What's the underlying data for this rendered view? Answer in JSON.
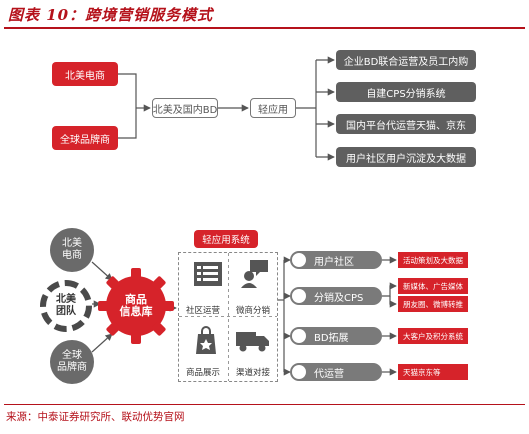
{
  "figure": {
    "title": "图表 10：跨境营销服务模式",
    "source": "来源：中泰证券研究所、联动优势官网"
  },
  "top_flow": {
    "sources": [
      "北美电商",
      "全球品牌商"
    ],
    "hub": "北美及国内BD",
    "app": "轻应用",
    "outputs": [
      "企业BD联合运营及员工内购",
      "自建CPS分销系统",
      "国内平台代运营天猫、京东",
      "用户社区用户沉淀及大数据"
    ]
  },
  "bottom_flow": {
    "partner_top": "北美\n电商",
    "partner_mid": "北美\n团队",
    "partner_bottom": "全球\n品牌商",
    "core": "商品\n信息库",
    "system_title": "轻应用系统",
    "system_cells": [
      "社区运营",
      "微商分销",
      "商品展示",
      "渠道对接"
    ],
    "channels": [
      {
        "name": "用户社区",
        "tags": [
          "活动策划及大数据"
        ]
      },
      {
        "name": "分销及CPS",
        "tags": [
          "新媒体、广告媒体",
          "朋友圈、微博转推"
        ]
      },
      {
        "name": "BD拓展",
        "tags": [
          "大客户及积分系统"
        ]
      },
      {
        "name": "代运营",
        "tags": [
          "天猫京东等"
        ]
      }
    ]
  },
  "colors": {
    "accent": "#d6232a",
    "dark": "#5f5f5f"
  },
  "icons": [
    "list-icon",
    "chat-person-icon",
    "shopping-bag-icon",
    "truck-icon"
  ]
}
